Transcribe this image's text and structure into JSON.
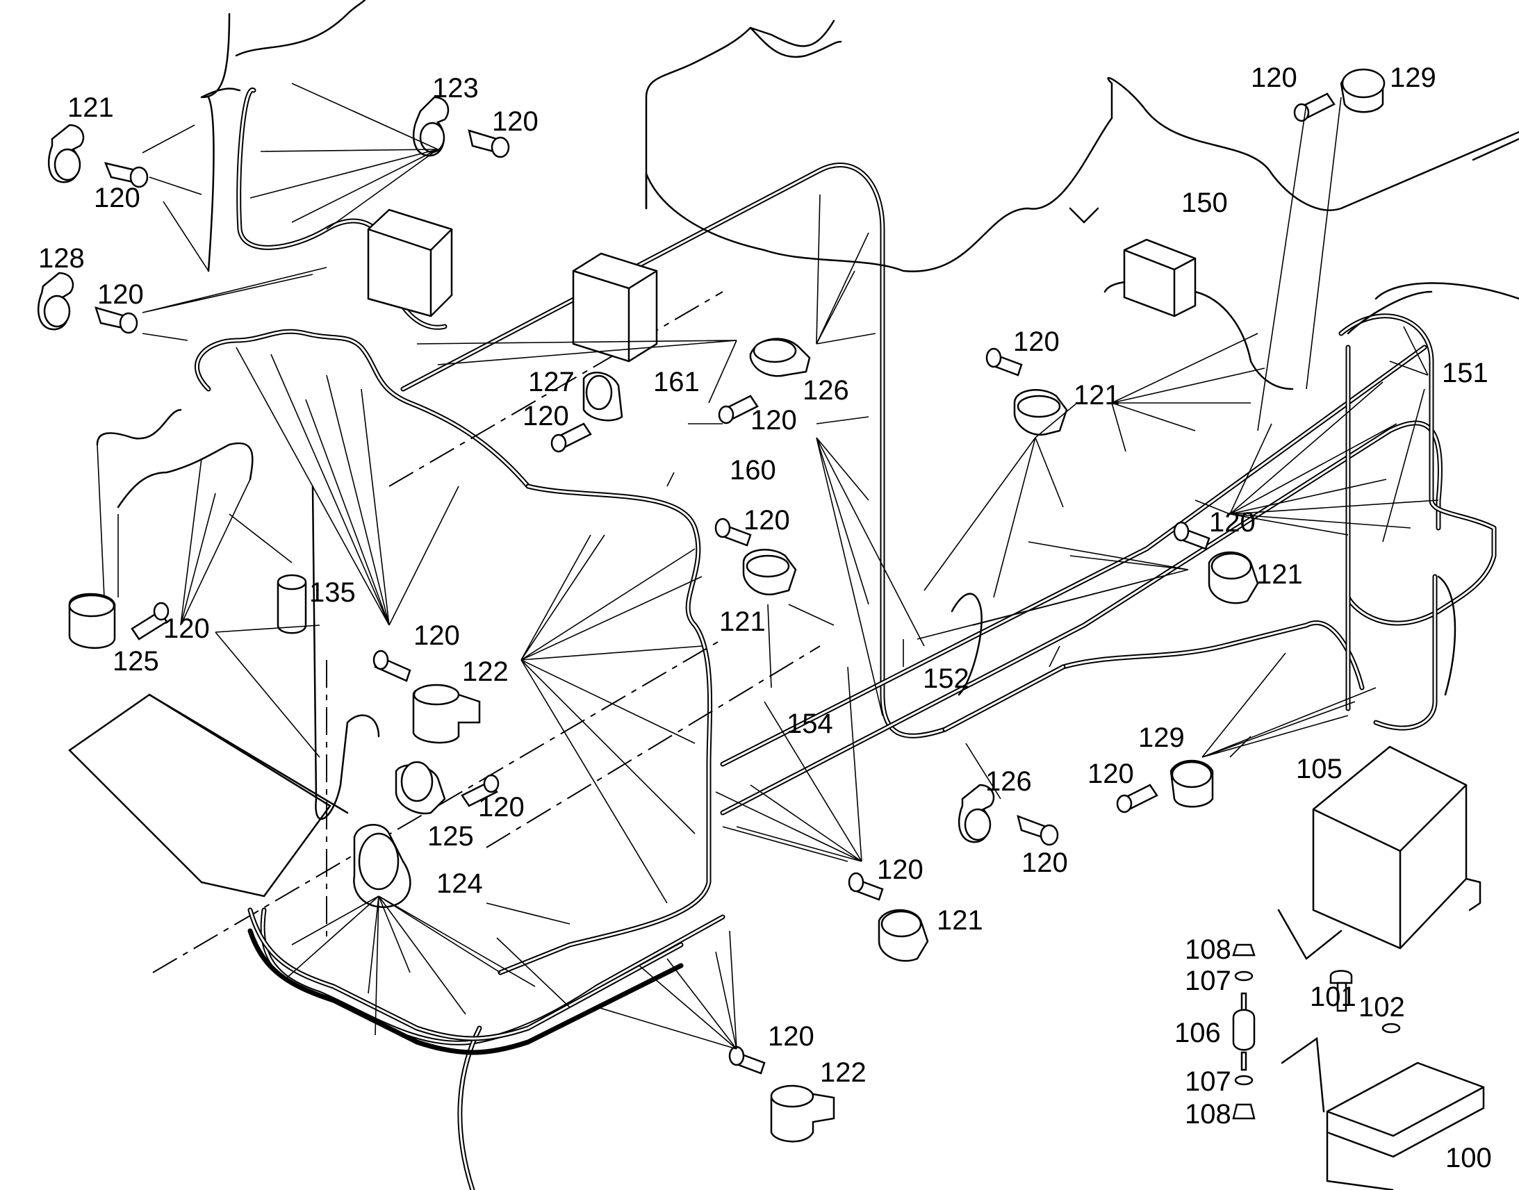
{
  "labels": [
    {
      "id": "l1",
      "text": "121"
    },
    {
      "id": "l2",
      "text": "123"
    },
    {
      "id": "l3",
      "text": "120"
    },
    {
      "id": "l4",
      "text": "120"
    },
    {
      "id": "l5",
      "text": "128"
    },
    {
      "id": "l6",
      "text": "120"
    },
    {
      "id": "l7",
      "text": "127"
    },
    {
      "id": "l8",
      "text": "161"
    },
    {
      "id": "l9",
      "text": "120"
    },
    {
      "id": "l10",
      "text": "126"
    },
    {
      "id": "l11",
      "text": "120"
    },
    {
      "id": "l12",
      "text": "160"
    },
    {
      "id": "l13",
      "text": "120"
    },
    {
      "id": "l14",
      "text": "135"
    },
    {
      "id": "l15",
      "text": "120"
    },
    {
      "id": "l16",
      "text": "120"
    },
    {
      "id": "l17",
      "text": "125"
    },
    {
      "id": "l18",
      "text": "122"
    },
    {
      "id": "l19",
      "text": "121"
    },
    {
      "id": "l20",
      "text": "154"
    },
    {
      "id": "l21",
      "text": "152"
    },
    {
      "id": "l22",
      "text": "120"
    },
    {
      "id": "l23",
      "text": "125"
    },
    {
      "id": "l24",
      "text": "124"
    },
    {
      "id": "l25",
      "text": "120"
    },
    {
      "id": "l26",
      "text": "121"
    },
    {
      "id": "l27",
      "text": "120"
    },
    {
      "id": "l28",
      "text": "122"
    },
    {
      "id": "l29",
      "text": "120"
    },
    {
      "id": "l30",
      "text": "129"
    },
    {
      "id": "l31",
      "text": "150"
    },
    {
      "id": "l32",
      "text": "120"
    },
    {
      "id": "l33",
      "text": "121"
    },
    {
      "id": "l34",
      "text": "151"
    },
    {
      "id": "l35",
      "text": "120"
    },
    {
      "id": "l36",
      "text": "121"
    },
    {
      "id": "l37",
      "text": "129"
    },
    {
      "id": "l38",
      "text": "120"
    },
    {
      "id": "l39",
      "text": "126"
    },
    {
      "id": "l40",
      "text": "120"
    },
    {
      "id": "l41",
      "text": "105"
    },
    {
      "id": "l42",
      "text": "108"
    },
    {
      "id": "l43",
      "text": "107"
    },
    {
      "id": "l44",
      "text": "101"
    },
    {
      "id": "l45",
      "text": "102"
    },
    {
      "id": "l46",
      "text": "106"
    },
    {
      "id": "l47",
      "text": "107"
    },
    {
      "id": "l48",
      "text": "108"
    },
    {
      "id": "l49",
      "text": "100"
    }
  ]
}
